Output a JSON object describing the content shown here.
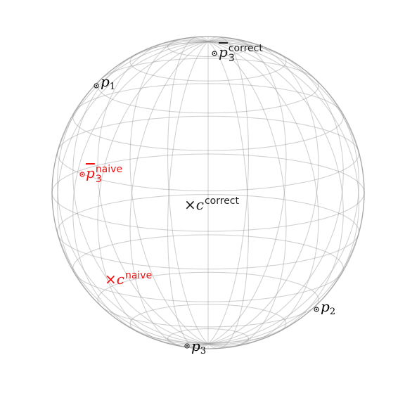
{
  "colors": {
    "black": "#222222",
    "red": "#ee1111",
    "grid": "#9a9a9a"
  },
  "points": [
    {
      "id": "p1",
      "kind": "dot",
      "color": "black",
      "base": "p",
      "sub": "1",
      "sup": "",
      "bar": false
    },
    {
      "id": "p2",
      "kind": "dot",
      "color": "black",
      "base": "p",
      "sub": "2",
      "sup": "",
      "bar": false
    },
    {
      "id": "p3",
      "kind": "dot",
      "color": "black",
      "base": "p",
      "sub": "3",
      "sup": "",
      "bar": false
    },
    {
      "id": "p3bar-correct",
      "kind": "dot",
      "color": "black",
      "base": "p",
      "sub": "3",
      "sup": "correct",
      "bar": true
    },
    {
      "id": "p3bar-naive",
      "kind": "dot",
      "color": "red",
      "base": "p",
      "sub": "3",
      "sup": "naive",
      "bar": true
    },
    {
      "id": "c-correct",
      "kind": "cross",
      "color": "black",
      "base": "c",
      "sub": "",
      "sup": "correct",
      "bar": false
    },
    {
      "id": "c-naive",
      "kind": "cross",
      "color": "red",
      "base": "c",
      "sub": "",
      "sup": "naive",
      "bar": false
    }
  ]
}
